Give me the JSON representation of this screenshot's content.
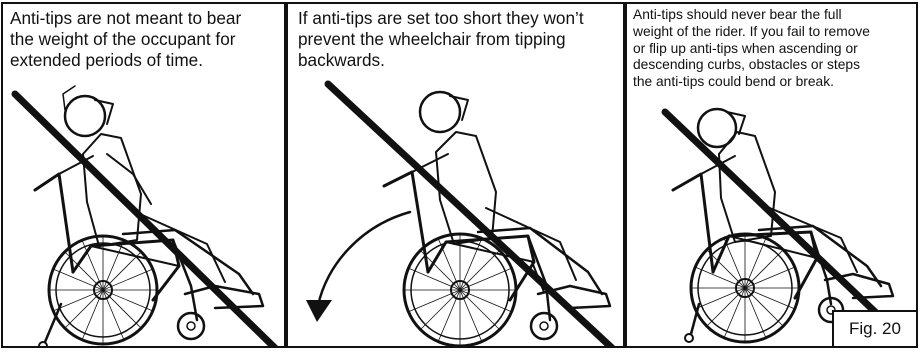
{
  "panels": [
    {
      "caption": "Anti-tips are not meant to bear\nthe weight of the occupant for\nextended periods of time.",
      "illustration": "reclined-wheelchair-on-anti-tips",
      "prohibition": "diagonal-slash"
    },
    {
      "caption": "If anti-tips are set too short they won’t\nprevent the  wheelchair from tipping\nbackwards.",
      "illustration": "wheelchair-tipping-backwards",
      "prohibition": "diagonal-slash",
      "motion": "curved-arrow"
    },
    {
      "caption": "Anti-tips should never bear the full\nweight of the rider. If you fail to remove\nor flip up anti-tips when ascending or\ndescending curbs, obstacles or steps\nthe anti-tips could bend or break.",
      "illustration": "wheelchair-on-anti-tips-at-curb",
      "prohibition": "diagonal-slash"
    }
  ],
  "figure_label": "Fig. 20",
  "colors": {
    "line": "#111111",
    "background": "#ffffff"
  }
}
